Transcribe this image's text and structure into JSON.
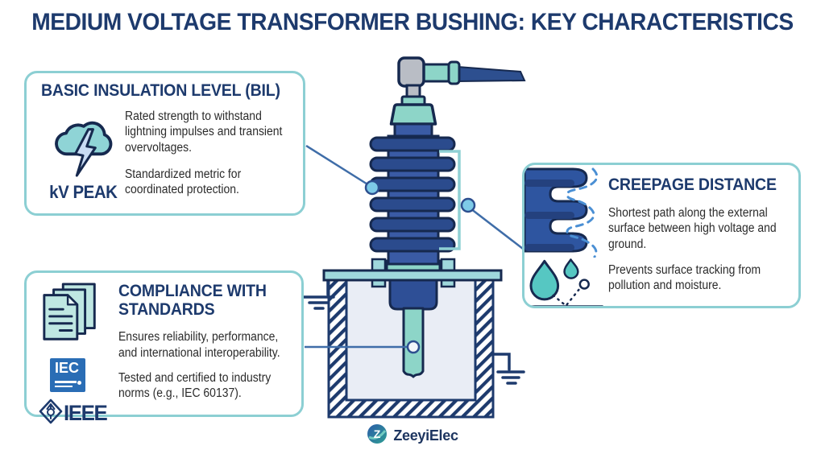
{
  "title": "MEDIUM VOLTAGE TRANSFORMER BUSHING: KEY CHARACTERISTICS",
  "cards": {
    "bil": {
      "title": "BASIC INSULATION LEVEL (BIL)",
      "icon": "storm-cloud-lightning-icon",
      "icon_label": "kV PEAK",
      "paragraphs": [
        "Rated strength to withstand lightning impulses and transient overvoltages.",
        "Standardized metric for coordinated protection."
      ]
    },
    "creepage": {
      "title": "CREEPAGE DISTANCE",
      "icons": [
        "bushing-sheds-path-icon",
        "droplets-surface-icon"
      ],
      "paragraphs": [
        "Shortest path along the external surface between high voltage and ground.",
        "Prevents surface tracking from pollution and moisture."
      ]
    },
    "compliance": {
      "title": "COMPLIANCE WITH STANDARDS",
      "icons": [
        "documents-stack-icon",
        "iec-logo",
        "ieee-logo"
      ],
      "logos": {
        "iec": "IEC",
        "ieee": "IEEE"
      },
      "paragraphs": [
        "Ensures reliability, performance, and international interoperability.",
        "Tested and certified to industry norms (e.g., IEC 60137)."
      ]
    }
  },
  "footer": {
    "brand": "ZeeyiElec",
    "logo_letter": "Z"
  },
  "colors": {
    "navy_text": "#1d3a6d",
    "outline": "#16294f",
    "column_blue": "#3a5ba5",
    "fin_blue": "#2b4b8d",
    "teal_fill": "#8dd5c8",
    "plate_teal": "#9fd8dc",
    "gray_metal": "#b9bdc5",
    "card_border": "#8ccfd3",
    "connector_line": "#3f6da8",
    "dot_fill": "#7ecbe8",
    "iec_blue": "#2a6db5",
    "droplet_teal": "#56c7c2",
    "dashed_path_blue": "#4a8fd4"
  }
}
